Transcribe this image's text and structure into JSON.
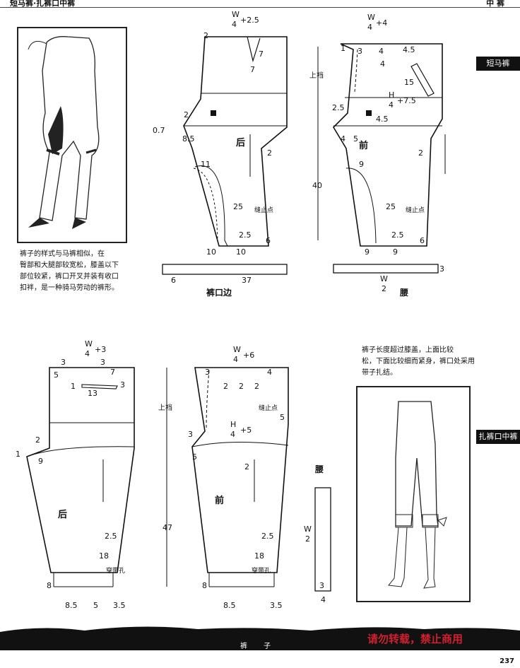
{
  "header": {
    "left": "短马裤·扎裤口中裤",
    "right": "中 裤"
  },
  "side_tabs": [
    "短马裤",
    "扎裤口中裤"
  ],
  "caption_top": [
    "裤子的样式与马裤相似，在",
    "臀部和大腿部较宽松，膝盖以下",
    "部位较紧，裤口开叉并装有收口",
    "扣袢，是一种骑马劳动的裤形。"
  ],
  "caption_right": [
    "裤子长度超过膝盖，上面比较",
    "松，下面比较细而紧身，裤口处采用",
    "带子扎结。"
  ],
  "top": {
    "back": {
      "label": "后",
      "w_num": "W",
      "w_den": "4",
      "w_add": "+2.5",
      "dims": [
        "2",
        "7",
        "7",
        "2",
        "0.7",
        "8.5",
        "11",
        "2",
        "25",
        "2.5",
        "10",
        "10",
        "6"
      ],
      "stop": "缝止点"
    },
    "front": {
      "label": "前",
      "w_num": "W",
      "w_den": "4",
      "w_add": "+4",
      "h_num": "H",
      "h_den": "4",
      "h_add": "+7.5",
      "dims": [
        "1",
        "3",
        "4",
        "4.5",
        "4",
        "15",
        "2.5",
        "4",
        "5",
        "4.5",
        "9",
        "25",
        "2.5",
        "9",
        "9",
        "6",
        "2"
      ],
      "stop": "缝止点",
      "rise": "上裆",
      "length": "40"
    },
    "cuff": {
      "label": "裤口边",
      "d1": "6",
      "d2": "37"
    },
    "waist": {
      "label": "腰",
      "w_num": "W",
      "w_den": "2",
      "d": "3"
    }
  },
  "bottom": {
    "back": {
      "label": "后",
      "w_num": "W",
      "w_den": "4",
      "w_add": "+3",
      "dims": [
        "3",
        "5",
        "3",
        "1",
        "7",
        "13",
        "3",
        "2",
        "1",
        "9",
        "2.5",
        "18",
        "8",
        "8.5",
        "5",
        "3.5"
      ],
      "hole": "穿带孔"
    },
    "front": {
      "label": "前",
      "w_num": "W",
      "w_den": "4",
      "w_add": "+6",
      "h_num": "H",
      "h_den": "4",
      "h_add": "+5",
      "dims": [
        "3",
        "2",
        "2",
        "2",
        "4",
        "5",
        "3",
        "5",
        "2",
        "2.5",
        "18",
        "8",
        "8.5",
        "3.5"
      ],
      "stop": "缝止点",
      "hole": "穿带孔",
      "rise": "上裆",
      "length": "47"
    },
    "waist": {
      "label": "腰",
      "w_num": "W",
      "w_den": "2",
      "d1": "3",
      "d2": "4"
    }
  },
  "footer": {
    "text": "裤  子",
    "page": "237",
    "watermark": "请勿转载，禁止商用"
  }
}
